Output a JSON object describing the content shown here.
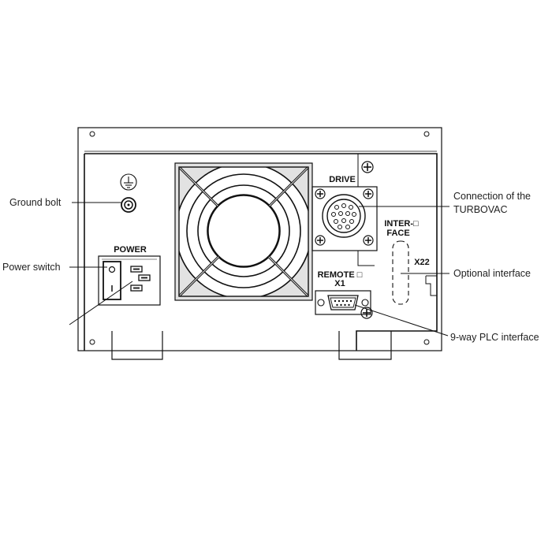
{
  "callouts": {
    "ground_bolt": "Ground bolt",
    "power_switch": "Power switch",
    "connection_line1": "Connection of the",
    "connection_line2": "TURBOVAC",
    "optional_interface": "Optional interface",
    "plc_interface": "9-way PLC interface"
  },
  "panel_labels": {
    "power": "POWER",
    "drive": "DRIVE",
    "inter": "INTER-□",
    "face": "FACE",
    "x22": "X22",
    "remote": "REMOTE □",
    "x1": "X1"
  },
  "colors": {
    "line": "#111111",
    "background": "#ffffff",
    "fan_panel": "#e2e2e2"
  },
  "icons": [
    "ground-symbol-icon",
    "cooling-fan-icon",
    "mounting-screw-icon",
    "rocker-switch-icon",
    "power-socket-icon",
    "circular-connector-icon",
    "d-sub-connector-icon"
  ]
}
